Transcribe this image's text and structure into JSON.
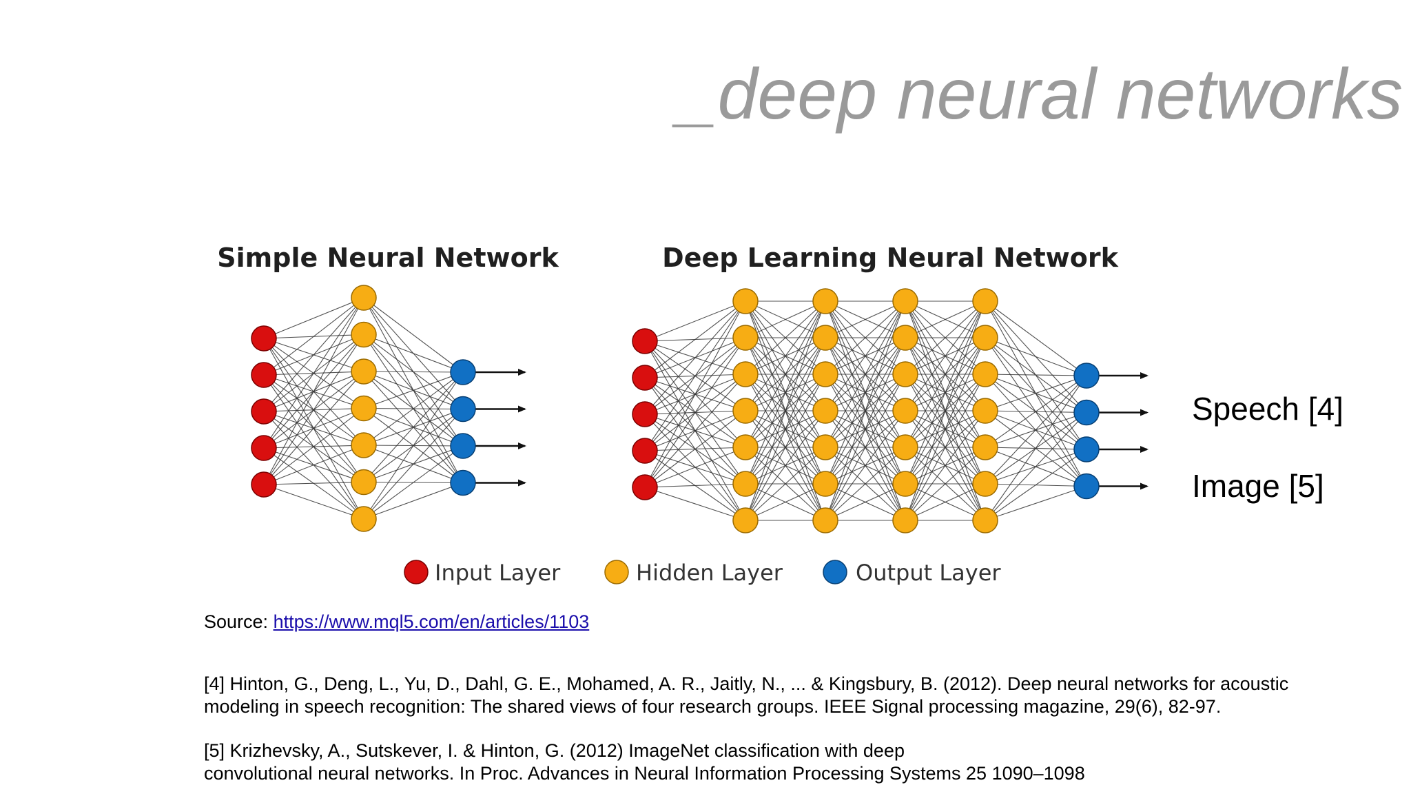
{
  "slide": {
    "title": "_deep neural networks"
  },
  "diagram": {
    "simple_title": "Simple Neural Network",
    "deep_title": "Deep Learning Neural Network",
    "legend": {
      "input": "Input Layer",
      "hidden": "Hidden Layer",
      "output": "Output Layer"
    },
    "colors": {
      "input": "#d90f0f",
      "hidden": "#f7ad14",
      "output": "#1170c4",
      "edge": "#333333"
    }
  },
  "labels": {
    "speech": "Speech [4]",
    "image": "Image [5]"
  },
  "source": {
    "prefix": "Source: ",
    "link": "https://www.mql5.com/en/articles/1103"
  },
  "references": {
    "ref4_line1": "[4] Hinton, G., Deng, L., Yu, D., Dahl, G. E., Mohamed, A. R., Jaitly, N., ... & Kingsbury, B. (2012). Deep neural networks for acoustic",
    "ref4_line2": "modeling in speech recognition: The shared views of four research groups. IEEE Signal processing magazine, 29(6), 82-97.",
    "ref5_line1": "[5] Krizhevsky, A., Sutskever, I. & Hinton, G. (2012) ImageNet classification with deep",
    "ref5_line2": "convolutional neural networks. In Proc. Advances in Neural Information Processing Systems 25 1090–1098"
  }
}
